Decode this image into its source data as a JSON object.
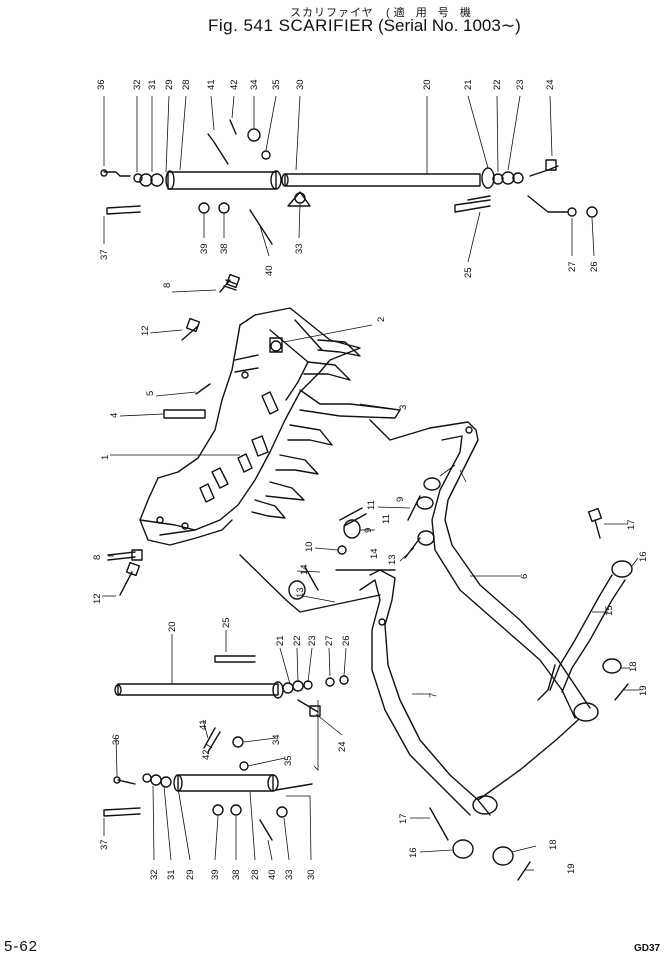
{
  "header": {
    "title_jp": "スカリファイヤ",
    "applicable_jp": "(適 用 号 機",
    "figure_title": "Fig. 541  SCARIFIER",
    "serial": "(Serial No. 1003∼)"
  },
  "footer": {
    "page_number": "5-62",
    "code": "GD37"
  },
  "callouts": {
    "c1": "36",
    "c2": "32",
    "c3": "31",
    "c4": "29",
    "c5": "28",
    "c6": "41",
    "c7": "42",
    "c8": "34",
    "c9": "35",
    "c10": "30",
    "c11": "20",
    "c12": "21",
    "c13": "22",
    "c14": "23",
    "c15": "24",
    "c16": "37",
    "c17": "39",
    "c18": "38",
    "c19": "40",
    "c20": "33",
    "c21": "25",
    "c22": "27",
    "c23": "26",
    "c24": "8",
    "c25": "12",
    "c26": "2",
    "c27": "5",
    "c28": "4",
    "c29": "3",
    "c30": "11",
    "c31": "9",
    "c32": "10",
    "c33": "13",
    "c34": "14",
    "c35": "9",
    "c36": "11",
    "c37": "6",
    "c38": "8",
    "c39": "12",
    "c40": "14",
    "c41": "13",
    "c42": "17",
    "c43": "16",
    "c44": "15",
    "c45": "18",
    "c46": "19",
    "c47": "20",
    "c48": "25",
    "c49": "21",
    "c50": "22",
    "c51": "23",
    "c52": "27",
    "c53": "26",
    "c54": "24",
    "c55": "41",
    "c56": "42",
    "c57": "34",
    "c58": "35",
    "c59": "36",
    "c60": "37",
    "c61": "32",
    "c62": "31",
    "c63": "29",
    "c64": "39",
    "c65": "38",
    "c66": "28",
    "c67": "40",
    "c68": "33",
    "c69": "30",
    "c70": "7",
    "c71": "17",
    "c72": "16",
    "c73": "18",
    "c74": "19",
    "c75": "1"
  }
}
